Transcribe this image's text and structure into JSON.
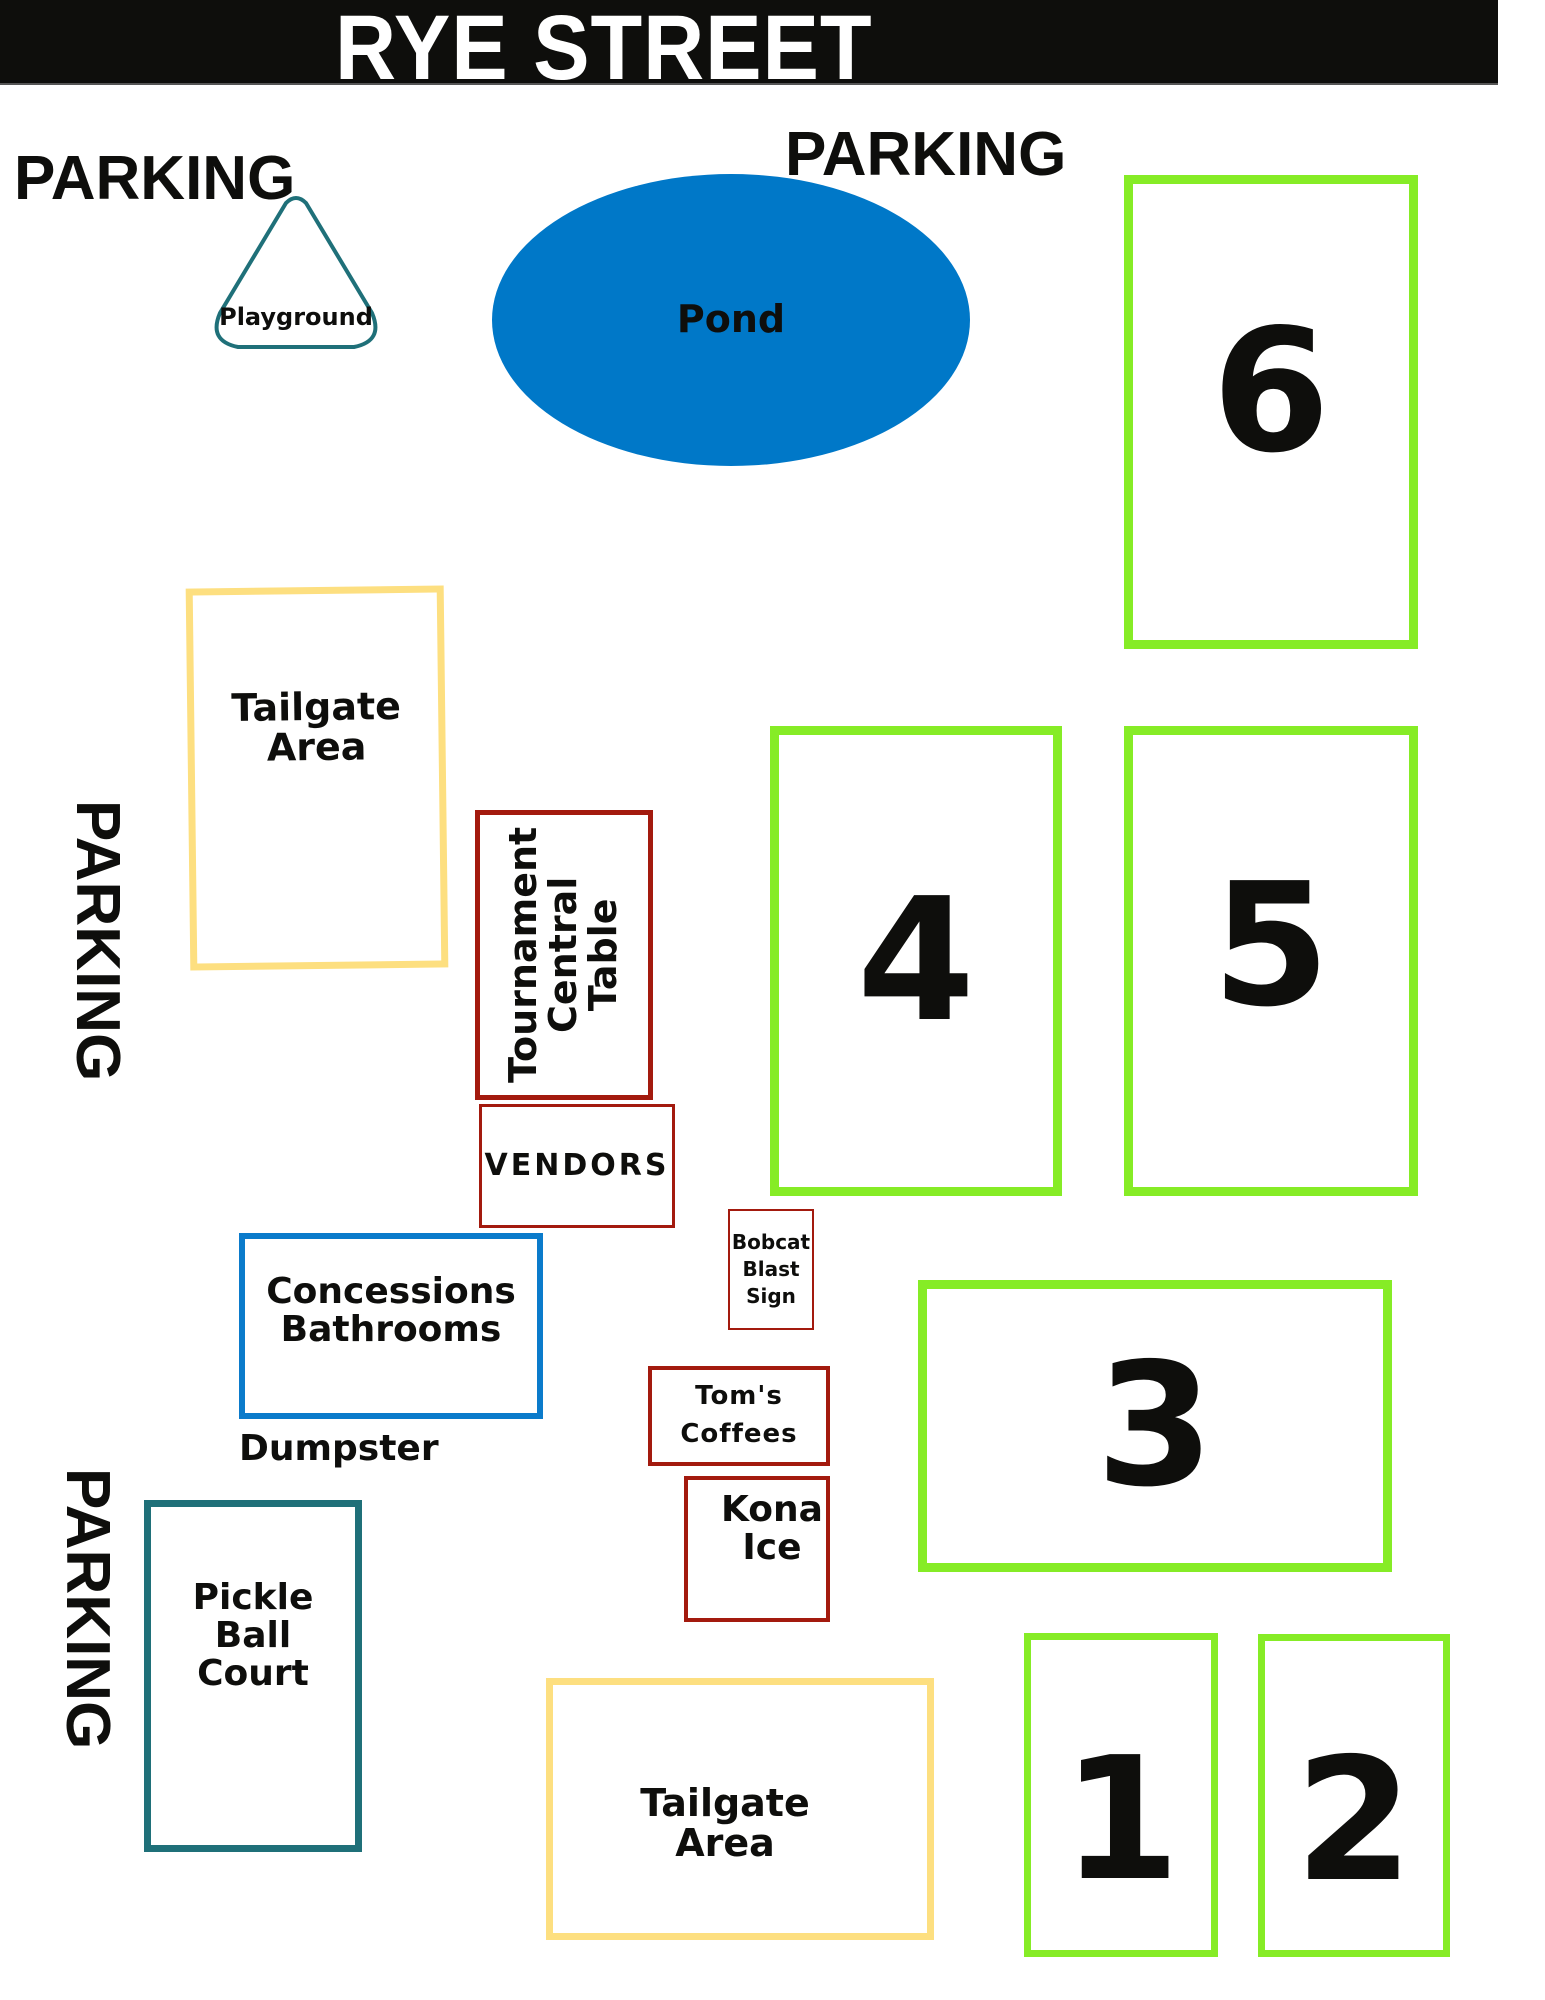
{
  "map": {
    "street": "RYE STREET",
    "parking_labels": {
      "top_left": "PARKING",
      "top_center": "PARKING",
      "left_middle": "PARKING",
      "left_bottom": "PARKING"
    },
    "areas": {
      "playground": "Playground",
      "pond": "Pond",
      "tailgate_upper": "Tailgate\nArea",
      "tailgate_lower": "Tailgate\nArea",
      "tournament_table": "Tournament\nCentral\nTable",
      "vendors": "VENDORS",
      "concessions": "Concessions\nBathrooms",
      "dumpster": "Dumpster",
      "bobcat_sign": "Bobcat\nBlast\nSign",
      "toms_coffees": "Tom's\nCoffees",
      "kona_ice": "Kona\nIce",
      "pickleball": "Pickle\nBall\nCourt"
    },
    "fields": [
      {
        "number": "1"
      },
      {
        "number": "2"
      },
      {
        "number": "3"
      },
      {
        "number": "4"
      },
      {
        "number": "5"
      },
      {
        "number": "6"
      }
    ],
    "colors": {
      "field_border": "#86ec26",
      "tailgate_border": "#fddf80",
      "vendor_border": "#a31a0e",
      "concessions_border": "#0b7bcb",
      "pickleball_border": "#1f7079",
      "pond_fill": "#0078c8",
      "street_fill": "#0e0e0c"
    }
  }
}
